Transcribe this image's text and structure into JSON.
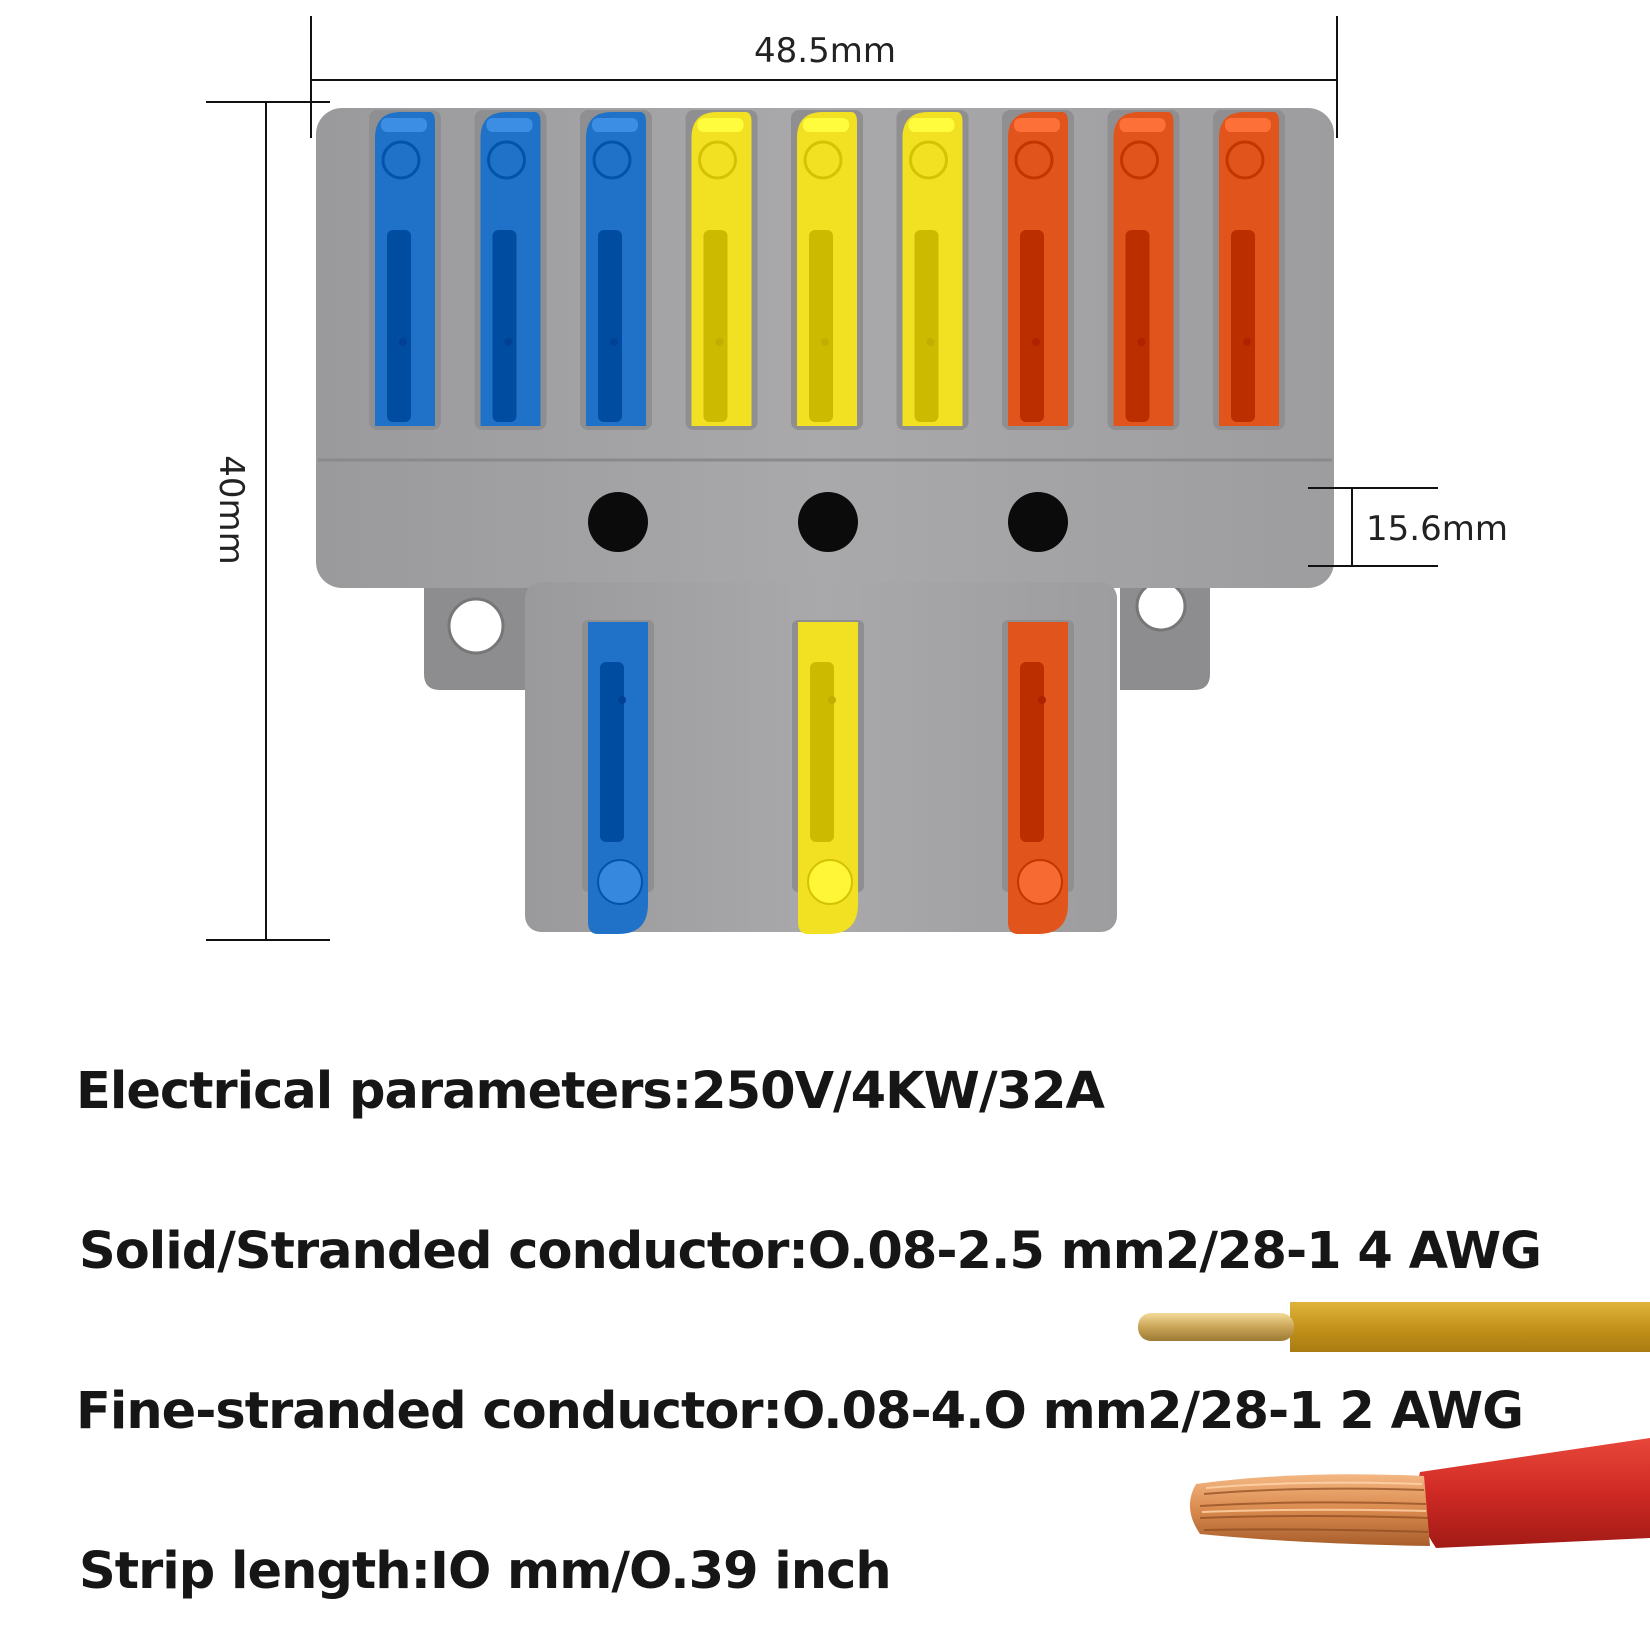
{
  "dimensions": {
    "width": "48.5mm",
    "height": "40mm",
    "depth": "15.6mm"
  },
  "colors": {
    "body_gray": "#a3a3a5",
    "lever_blue": "#1f72c7",
    "lever_yellow": "#f2e022",
    "lever_orange": "#e1541c",
    "wire_gold": "#c99a1e",
    "wire_red": "#d32f2a",
    "copper": "#d98a4e"
  },
  "levers": {
    "top": [
      "blue",
      "blue",
      "blue",
      "yellow",
      "yellow",
      "yellow",
      "orange",
      "orange",
      "orange"
    ],
    "bottom": [
      "blue",
      "yellow",
      "orange"
    ]
  },
  "specs": {
    "electrical": "Electrical parameters:250V/4KW/32A",
    "solid": "Solid/Stranded conductor:O.08-2.5 mm2/28-1 4 AWG",
    "fine": "Fine-stranded conductor:O.08-4.O mm2/28-1 2 AWG",
    "strip": "Strip length:IO mm/O.39 inch"
  },
  "wires": {
    "solid": "gold-insulated-solid-wire",
    "fine": "red-insulated-stranded-wire"
  }
}
